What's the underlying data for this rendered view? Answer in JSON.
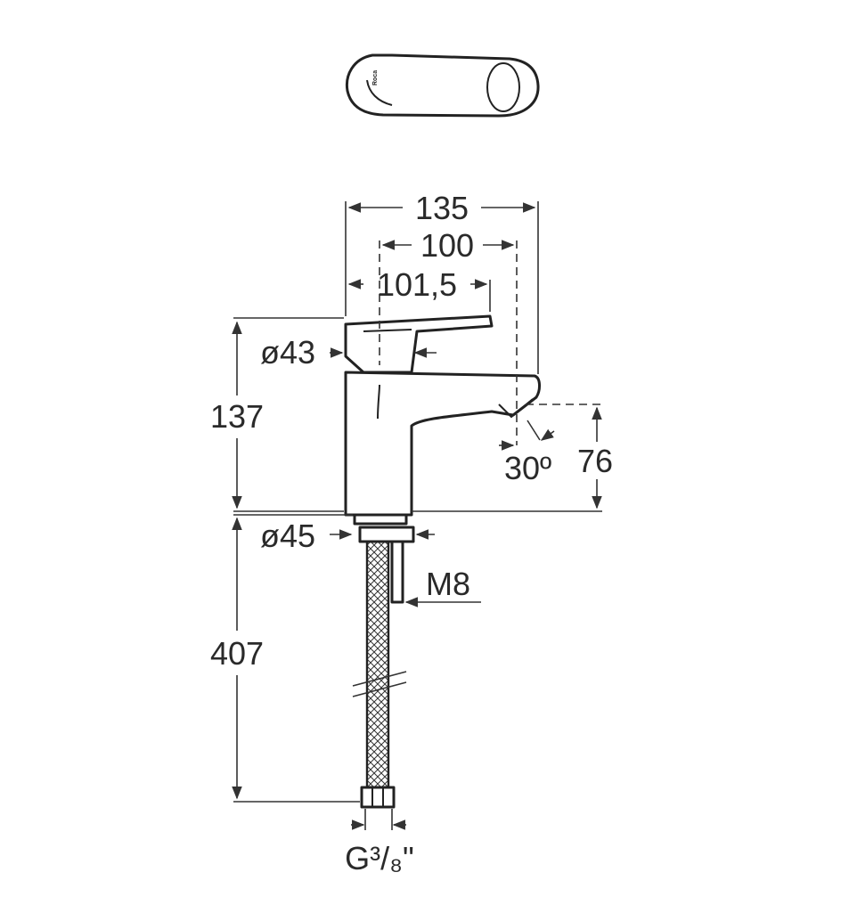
{
  "drawing": {
    "top_view": {
      "logo_text": "Roca"
    },
    "dimensions": {
      "width_total": "135",
      "spout_reach": "100",
      "handle_reach": "101,5",
      "handle_diameter": "ø43",
      "height_total": "137",
      "spout_height": "76",
      "spout_angle": "30º",
      "base_diameter": "ø45",
      "stud_thread": "M8",
      "hose_length": "407",
      "connection_thread": "G³/₈\""
    }
  }
}
